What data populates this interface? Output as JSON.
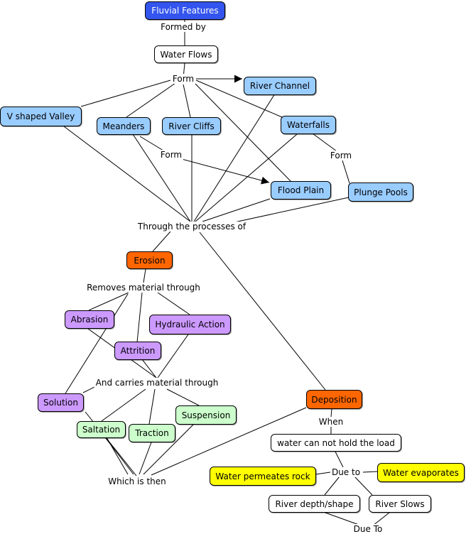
{
  "colors": {
    "title": "#3355ee",
    "feature": "#99ccff",
    "process": "#ff6600",
    "erosion_type": "#cc99ff",
    "transport_type": "#ccffcc",
    "condition": "#ffff00",
    "neutral": "#ffffff"
  },
  "nodes": {
    "fluvial_features": "Fluvial Features",
    "water_flows": "Water Flows",
    "river_channel": "River Channel",
    "v_valley": "V shaped Valley",
    "meanders": "Meanders",
    "river_cliffs": "River Cliffs",
    "waterfalls": "Waterfalls",
    "flood_plain": "Flood Plain",
    "plunge_pools": "Plunge Pools",
    "erosion": "Erosion",
    "abrasion": "Abrasion",
    "hydraulic_action": "Hydraulic Action",
    "attrition": "Attrition",
    "solution": "Solution",
    "saltation": "Saltation",
    "traction": "Traction",
    "suspension": "Suspension",
    "deposition": "Deposition",
    "cannot_hold": "water can not hold the load",
    "water_permeates": "Water permeates rock",
    "water_evaporates": "Water evaporates",
    "river_depth": "River depth/shape",
    "river_slows": "River Slows"
  },
  "labels": {
    "formed_by": "Formed by",
    "form_main": "Form",
    "form_meanders": "Form",
    "form_waterfalls": "Form",
    "through_processes": "Through the processes of",
    "removes_material": "Removes material through",
    "carries_material": "And carries material through",
    "which_is_then": "Which is then",
    "when": "When",
    "due_to": "Due to",
    "due_to_bottom": "Due To"
  }
}
